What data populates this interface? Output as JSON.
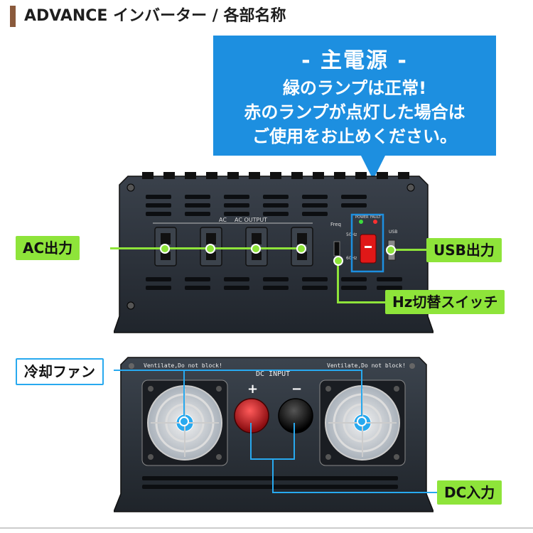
{
  "header": {
    "title": "ADVANCE インバーター / 各部名称"
  },
  "callout": {
    "heading": "- 主電源 -",
    "lines": [
      "緑のランプは正常!",
      "赤のランプが点灯した場合は",
      "ご使用をお止めください。"
    ]
  },
  "front_panel": {
    "ac_output_label": "AC OUTPUT",
    "ac_letters": "AC",
    "power_led_label": "POWER",
    "fault_led_label": "FAULT",
    "freq_label": "Freq",
    "hz_50": "50Hz",
    "hz_60": "60Hz",
    "usb_label": "USB"
  },
  "rear_panel": {
    "vent_left": "Ventilate,Do not block!",
    "vent_right": "Ventilate,Do not block!",
    "dc_input_label": "DC INPUT",
    "plus_sign": "+",
    "minus_sign": "−"
  },
  "labels": {
    "ac_output": "AC出力",
    "usb_output": "USB出力",
    "hz_switch": "Hz切替スイッチ",
    "cooling_fan": "冷却ファン",
    "dc_input": "DC入力"
  },
  "colors": {
    "label_green": "#8ee43a",
    "callout_blue": "#1d8fe0",
    "fan_blue": "#28a9ef",
    "power_led": "#3ddc3d",
    "fault_led": "#ff3030",
    "switch_red": "#e01818",
    "terminal_red": "#c0161a",
    "terminal_black": "#111111",
    "title_accent": "#8a5a3c"
  }
}
